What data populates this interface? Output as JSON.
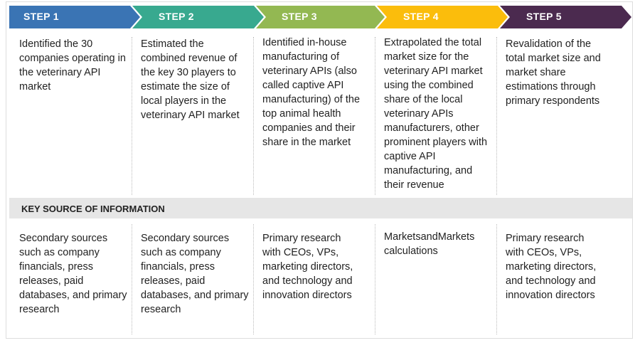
{
  "steps": [
    {
      "label": "STEP 1",
      "color": "#3a74b4",
      "text": "Identified the 30 companies operating in the veterinary API market",
      "source": "Secondary sources such as company financials, press releases, paid databases, and primary research"
    },
    {
      "label": "STEP 2",
      "color": "#38a98f",
      "text": "Estimated the combined revenue of the key 30 players to estimate the size of local players in the veterinary API market",
      "source": "Secondary sources such as company financials, press releases, paid databases, and primary research"
    },
    {
      "label": "STEP 3",
      "color": "#93b852",
      "text": "Identified in-house manufacturing of veterinary APIs (also called captive API manufacturing) of the top animal health companies and their share in the market",
      "source": "Primary research with CEOs, VPs, marketing directors, and technology and innovation directors"
    },
    {
      "label": "STEP 4",
      "color": "#fbbd0c",
      "text": "Extrapolated the total market size for the veterinary API market using the combined share of the local veterinary APIs manufacturers, other prominent players with captive API manufacturing, and their revenue",
      "source": "MarketsandMarkets calculations"
    },
    {
      "label": "STEP 5",
      "color": "#4b2a4f",
      "text": "Revalidation of the total market size and market share estimations through primary respondents",
      "source": "Primary research with CEOs, VPs, marketing directors, and technology and innovation directors"
    }
  ],
  "key_source_label": "KEY SOURCE OF INFORMATION"
}
